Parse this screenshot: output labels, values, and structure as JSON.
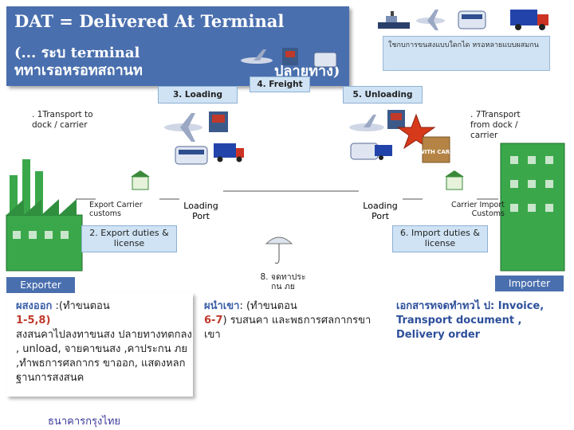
{
  "title": {
    "main": "DAT = Delivered At Terminal",
    "sub_line1": "(... ระบ terminal",
    "sub_line2": "ททาเรอหรอทสถานท",
    "sub_tail": "ปลายทาง)"
  },
  "transport_note": "ใชกบการขนสงแบบใดกได หรอหลายแบบผสมกน",
  "steps": {
    "step1": ". 1Transport to dock / carrier",
    "step3": "3. Loading",
    "step4": "4. Freight",
    "step5": "5. Unloading",
    "step7": ". 7Transport from dock / carrier"
  },
  "labels": {
    "export_customs": "Export Carrier customs",
    "loading_port_left": "Loading Port",
    "loading_port_right": "Loading Port",
    "import_customs": "Carrier Import Customs",
    "duties_export": "2. Export duties & license",
    "duties_import": "6. Import duties & license",
    "insurance": "8. จดทาประกน ภย",
    "stamp": "WITH CARE"
  },
  "roles": {
    "exporter": "Exporter",
    "importer": "Importer"
  },
  "exporter_resp": {
    "head": "ผสงออก",
    "head_tail": " :(ทำขนตอน",
    "steps": "1-5,8)",
    "body": "สงสนคาไปลงทาขนสง ปลายทางทตกลง , unload, จายคาขนสง ,คาประกน ภย ,ทำพธการศลกากร ขาออก, แสดงหลกฐานการสงสนค"
  },
  "importer_resp": {
    "head": "ผนำเขา",
    "head_tail": ": (ทำขนตอน",
    "steps": "6-7",
    "body": ") รบสนคา และพธการศลกากรขาเขา"
  },
  "documents": "เอกสารทจดทำทวไ ป: Invoice, Transport document , Delivery order",
  "bank_logo": "ธนาคารกรุงไทย",
  "colors": {
    "title_bg": "#4a6fae",
    "box_light": "#cfe3f4",
    "star": "#d63a1a"
  }
}
